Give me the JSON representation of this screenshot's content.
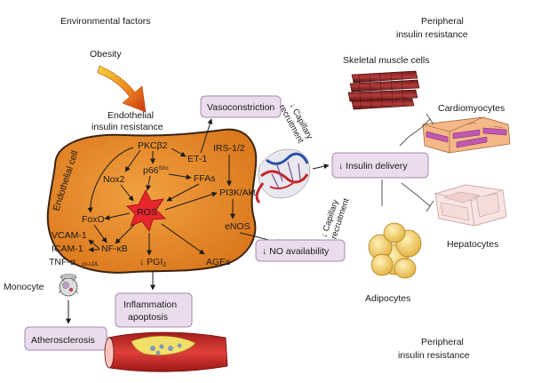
{
  "labels": {
    "environmental_factors": "Environmental factors",
    "obesity": "Obesity",
    "endothelial_ir_line1": "Endothelial",
    "endothelial_ir_line2": "insulin resistance",
    "endothelial_cell": "Endothelial cell",
    "pkcb2": "PKCβ2",
    "et1": "ET-1",
    "irs12": "IRS-1/2",
    "nox2": "Nox2",
    "p66": "p66",
    "p66_sup": "Shc",
    "ffas": "FFAs",
    "pi3k": "PI3K/Akt",
    "foxo": "FoxO",
    "ros": "ROS",
    "enos": "eNOS",
    "vcam": "VCAM-1",
    "icam": "ICAM-1",
    "nfkb": "NF-κB",
    "tnf": "TNF-α",
    "ox_ldl": "ox-LDL",
    "pgi": "↓ PGI",
    "pgi_sub": "2",
    "ages": "AGEs",
    "monocyte": "Monocyte",
    "cap_rec_1_line1": "↓ Capillary",
    "cap_rec_1_line2": "recruitment",
    "cap_rec_2_line1": "↓ Capillary",
    "cap_rec_2_line2": "recruitment",
    "peripheral_ir_top_line1": "Peripheral",
    "peripheral_ir_top_line2": "insulin resistance",
    "skeletal_muscle": "Skeletal muscle cells",
    "cardiomyocytes": "Cardiomyocytes",
    "hepatocytes": "Hepatocytes",
    "adipocytes": "Adipocytes",
    "peripheral_ir_bottom_line1": "Peripheral",
    "peripheral_ir_bottom_line2": "insulin resistance"
  },
  "boxes": {
    "vasoconstriction": "Vasoconstriction",
    "insulin_delivery": "↓ Insulin delivery",
    "no_availability": "↓ NO availability",
    "inflammation_line1": "Inflammation",
    "inflammation_line2": "apoptosis",
    "atherosclerosis": "Atherosclerosis"
  },
  "colors": {
    "cell_fill": "#e8882a",
    "cell_stroke": "#3a2410",
    "ros_star": "#e8262e",
    "box_fill": "#eadcec",
    "box_stroke": "#a888b0"
  }
}
